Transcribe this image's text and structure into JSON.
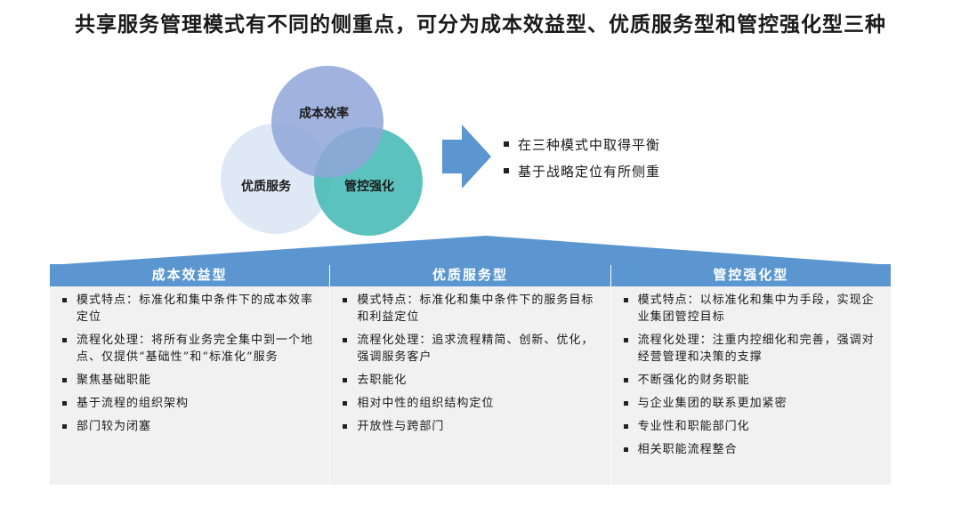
{
  "title": "共享服务管理模式有不同的侧重点，可分为成本效益型、优质服务型和管控强化型三种",
  "venn": {
    "top": "成本效率",
    "left": "优质服务",
    "right": "管控强化",
    "colors": {
      "top": "#8fa6d8",
      "left": "#dfe8f5",
      "right": "#3fb7b2"
    }
  },
  "balance": [
    "在三种模式中取得平衡",
    "基于战略定位有所侧重"
  ],
  "columns": [
    {
      "header": "成本效益型",
      "items": [
        "模式特点：标准化和集中条件下的成本效率定位",
        "流程化处理：将所有业务完全集中到一个地点、仅提供“基础性”和“标准化”服务",
        "聚焦基础职能",
        "基于流程的组织架构",
        "部门较为闭塞"
      ]
    },
    {
      "header": "优质服务型",
      "items": [
        "模式特点：标准化和集中条件下的服务目标和利益定位",
        "流程化处理：追求流程精简、创新、优化，强调服务客户",
        "去职能化",
        "相对中性的组织结构定位",
        "开放性与跨部门"
      ]
    },
    {
      "header": "管控强化型",
      "items": [
        "模式特点：以标准化和集中为手段，实现企业集团管控目标",
        "流程化处理：注重内控细化和完善，强调对经营管理和决策的支撑",
        "不断强化的财务职能",
        "与企业集团的联系更加紧密",
        "专业性和职能部门化",
        "相关职能流程整合"
      ]
    }
  ],
  "colors": {
    "accent": "#5b96d0",
    "panel": "#f1f1f1",
    "arrow": "#5b96d0"
  }
}
